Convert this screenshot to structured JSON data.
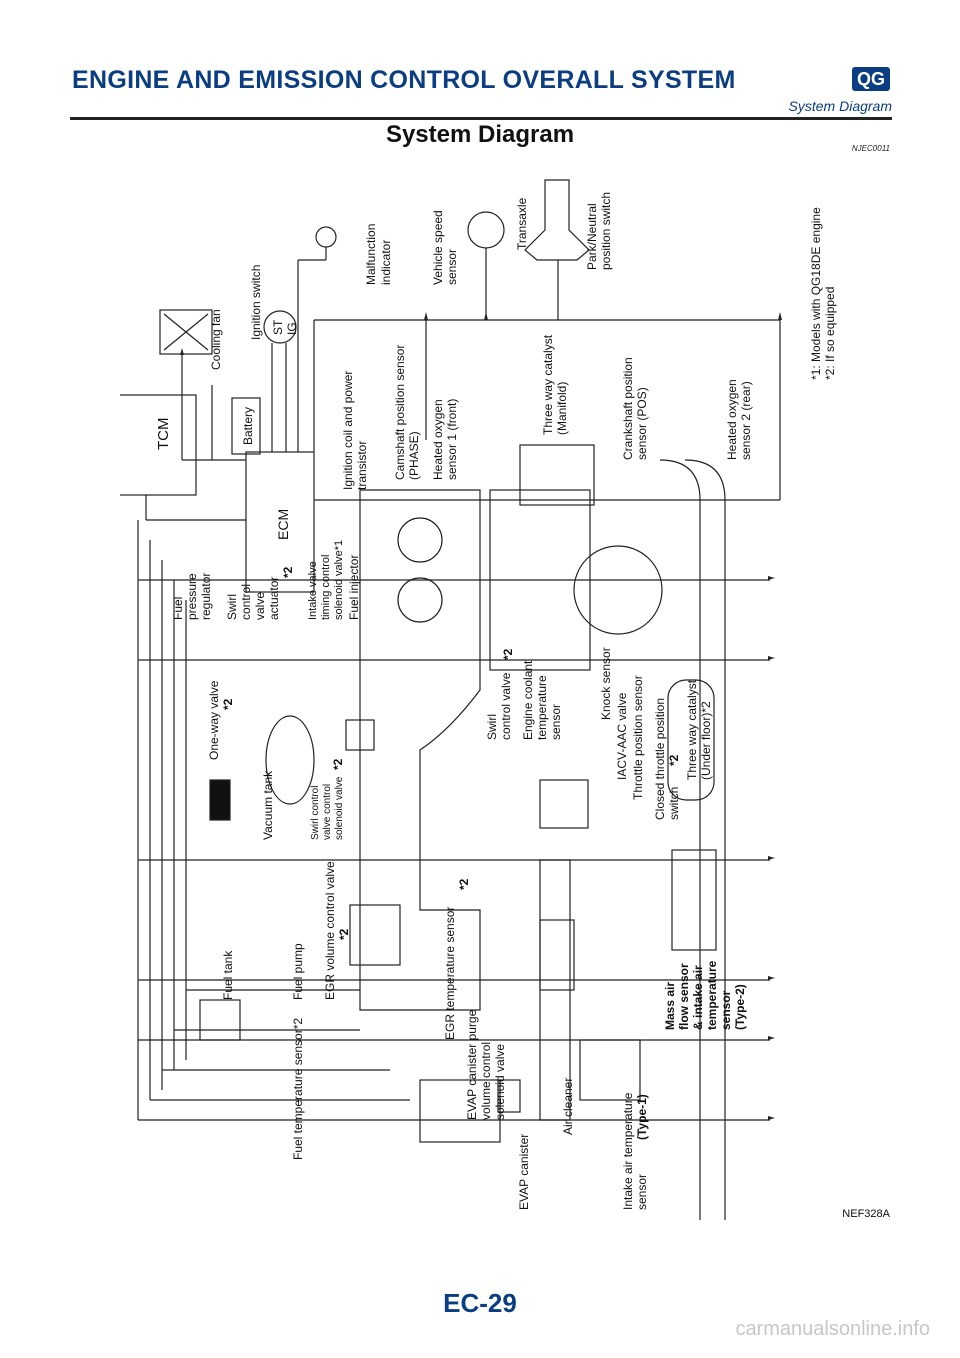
{
  "header": {
    "title": "ENGINE AND EMISSION CONTROL OVERALL SYSTEM",
    "badge": "QG",
    "subtitle": "System Diagram"
  },
  "section": {
    "title": "System Diagram",
    "code": "NJEC0011"
  },
  "diagram_labels": {
    "tcm": "TCM",
    "ecm": "ECM",
    "battery": "Battery",
    "cooling_fan": "Cooling fan",
    "ignition_switch": "Ignition switch",
    "st": "ST",
    "ig": "IG",
    "malfunction_indicator": [
      "Malfunction",
      "indicator"
    ],
    "vehicle_speed_sensor": [
      "Vehicle speed",
      "sensor"
    ],
    "transaxle": "Transaxle",
    "park_neutral": [
      "Park/Neutral",
      "position switch"
    ],
    "footnote_1": "*1: Models with QG18DE engine",
    "footnote_2": "*2: If so equipped",
    "ignition_coil": [
      "Ignition coil and power",
      "transistor"
    ],
    "camshaft_sensor": [
      "Camshaft position sensor",
      "(PHASE)"
    ],
    "heated_o2_front": [
      "Heated oxygen",
      "sensor 1 (front)"
    ],
    "three_way_manifold": [
      "Three way catalyst",
      "(Manifold)"
    ],
    "crankshaft_sensor": [
      "Crankshaft position",
      "sensor (POS)"
    ],
    "heated_o2_rear": [
      "Heated oxygen",
      "sensor 2 (rear)"
    ],
    "fuel_pressure_regulator": [
      "Fuel",
      "pressure",
      "regulator"
    ],
    "swirl_actuator": [
      "Swirl",
      "control",
      "valve",
      "actuator",
      "*2"
    ],
    "intake_valve_timing": [
      "Intake valve",
      "timing control",
      "solenoid valve*1"
    ],
    "fuel_injector": "Fuel injector",
    "one_way_valve": "One-way valve",
    "one_way_valve_note": "*2",
    "vacuum_tank": "Vacuum tank",
    "swirl_solenoid": [
      "Swirl control",
      "valve control",
      "solenoid valve"
    ],
    "swirl_solenoid_note": "*2",
    "swirl_valve": [
      "Swirl",
      "control valve"
    ],
    "swirl_valve_note": "*2",
    "engine_coolant": [
      "Engine coolant",
      "temperature",
      "sensor"
    ],
    "knock_sensor": "Knock sensor",
    "iacv": "IACV-AAC valve",
    "throttle_position": "Throttle position sensor",
    "closed_throttle": [
      "Closed throttle position",
      "switch"
    ],
    "closed_throttle_note": "*2",
    "three_way_underfloor": [
      "Three way catalyst",
      "(Under floor)*2"
    ],
    "fuel_tank": "Fuel tank",
    "fuel_pump": "Fuel pump",
    "egr_volume": "EGR volume control valve",
    "egr_volume_note": "*2",
    "egr_temp": "EGR temperature sensor",
    "egr_temp_note": "*2",
    "fuel_temp": "Fuel temperature sensor*2",
    "evap_purge": [
      "EVAP canister purge",
      "volume control",
      "solenoid valve"
    ],
    "evap_canister": "EVAP canister",
    "air_cleaner": "Air cleaner",
    "intake_air_temp": [
      "Intake air temperature",
      "sensor"
    ],
    "intake_air_temp_type": "(Type-1)",
    "maf": [
      "Mass air",
      "flow sensor",
      "& intake air",
      "temperature",
      "sensor",
      "(Type-2)"
    ]
  },
  "figure_code": "NEF328A",
  "page_number": "EC-29",
  "watermark": "carmanualsonline.info"
}
